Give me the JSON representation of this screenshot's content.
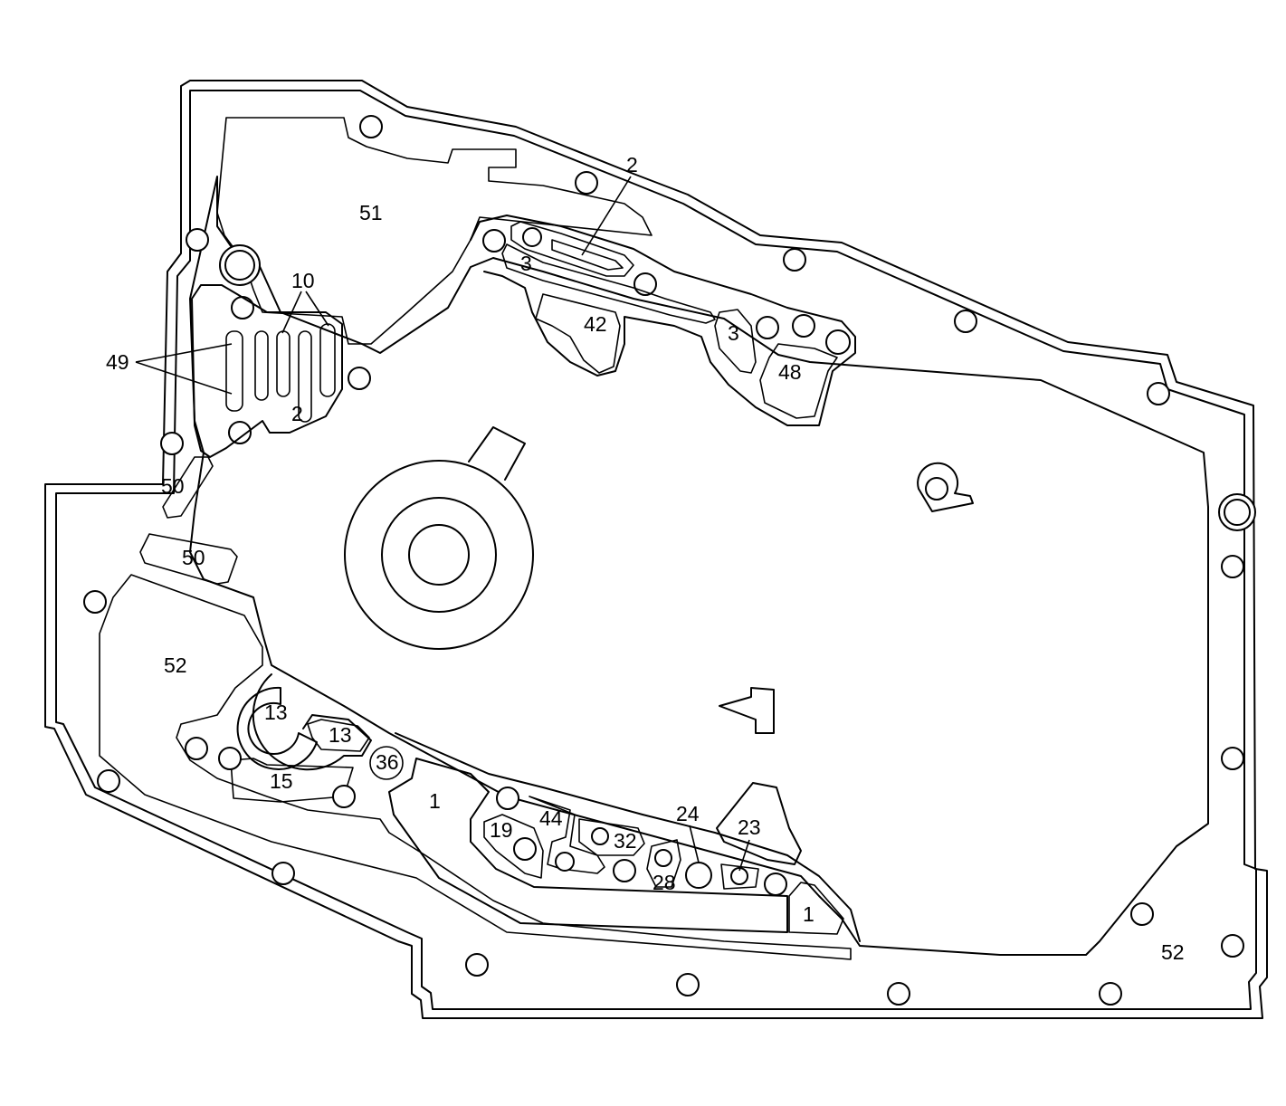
{
  "diagram": {
    "labels": {
      "l51": "51",
      "l2_top": "2",
      "l3_a": "3",
      "l10": "10",
      "l42": "42",
      "l3_b": "3",
      "l48": "48",
      "l49": "49",
      "l2_mid": "2",
      "l50_a": "50",
      "l50_b": "50",
      "l52_left": "52",
      "l13_a": "13",
      "l13_b": "13",
      "l36": "36",
      "l15": "15",
      "l1_a": "1",
      "l19": "19",
      "l44": "44",
      "l32": "32",
      "l28": "28",
      "l24": "24",
      "l23": "23",
      "l1_b": "1",
      "l52_right": "52"
    }
  }
}
